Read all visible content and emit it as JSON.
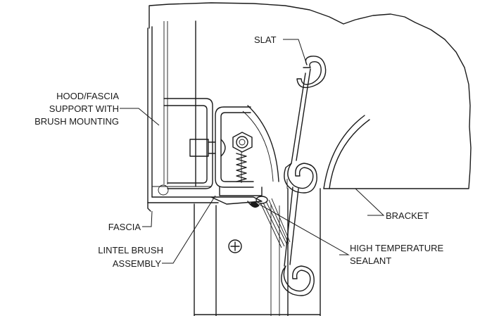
{
  "labels": {
    "slat": "SLAT",
    "hood_1": "HOOD/FASCIA",
    "hood_2": "SUPPORT WITH",
    "hood_3": "BRUSH MOUNTING",
    "fascia": "FASCIA",
    "bracket": "BRACKET",
    "lintel_1": "LINTEL BRUSH",
    "lintel_2": "ASSEMBLY",
    "sealant_1": "HIGH TEMPERATURE",
    "sealant_2": "SEALANT"
  },
  "colors": {
    "line": "#1a1a1a",
    "background": "#ffffff"
  }
}
